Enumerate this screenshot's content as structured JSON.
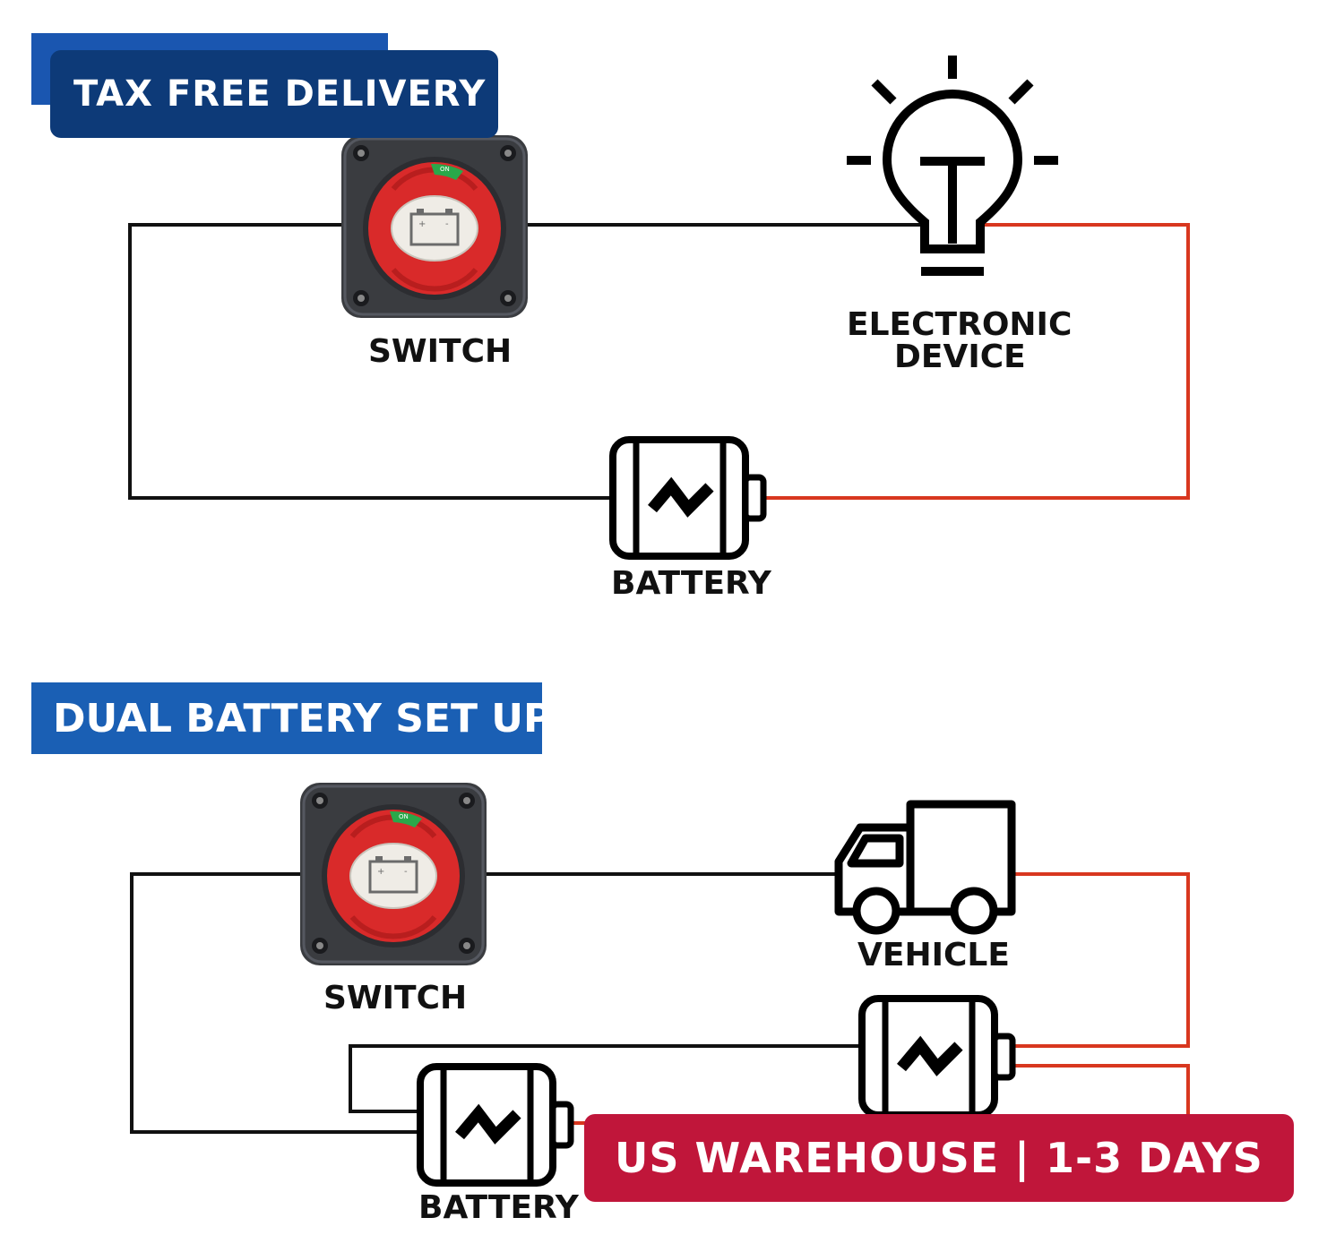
{
  "banners": {
    "tax_free": "TAX FREE DELIVERY",
    "dual_battery": "DUAL BATTERY SET UP",
    "us_warehouse": "US WAREHOUSE | 1-3 DAYS"
  },
  "top_diagram": {
    "switch_label": "SWITCH",
    "device_label_line1": "ELECTRONIC",
    "device_label_line2": "DEVICE",
    "battery_label": "BATTERY"
  },
  "bottom_diagram": {
    "switch_label": "SWITCH",
    "vehicle_label": "VEHICLE",
    "battery_label": "BATTERY"
  },
  "switch_knob": {
    "on_mark": "ON"
  },
  "colors": {
    "banner_dark_blue": "#0d3a78",
    "banner_blue": "#1a5fb4",
    "banner_red": "#c0163a",
    "wire_black": "#111111",
    "wire_red": "#d8371f",
    "switch_body": "#3a3c40",
    "switch_knob_red": "#d92a2a",
    "switch_on_green": "#2aa84a"
  },
  "icons": [
    "battery-switch-icon",
    "light-bulb-icon",
    "battery-icon",
    "truck-icon"
  ]
}
